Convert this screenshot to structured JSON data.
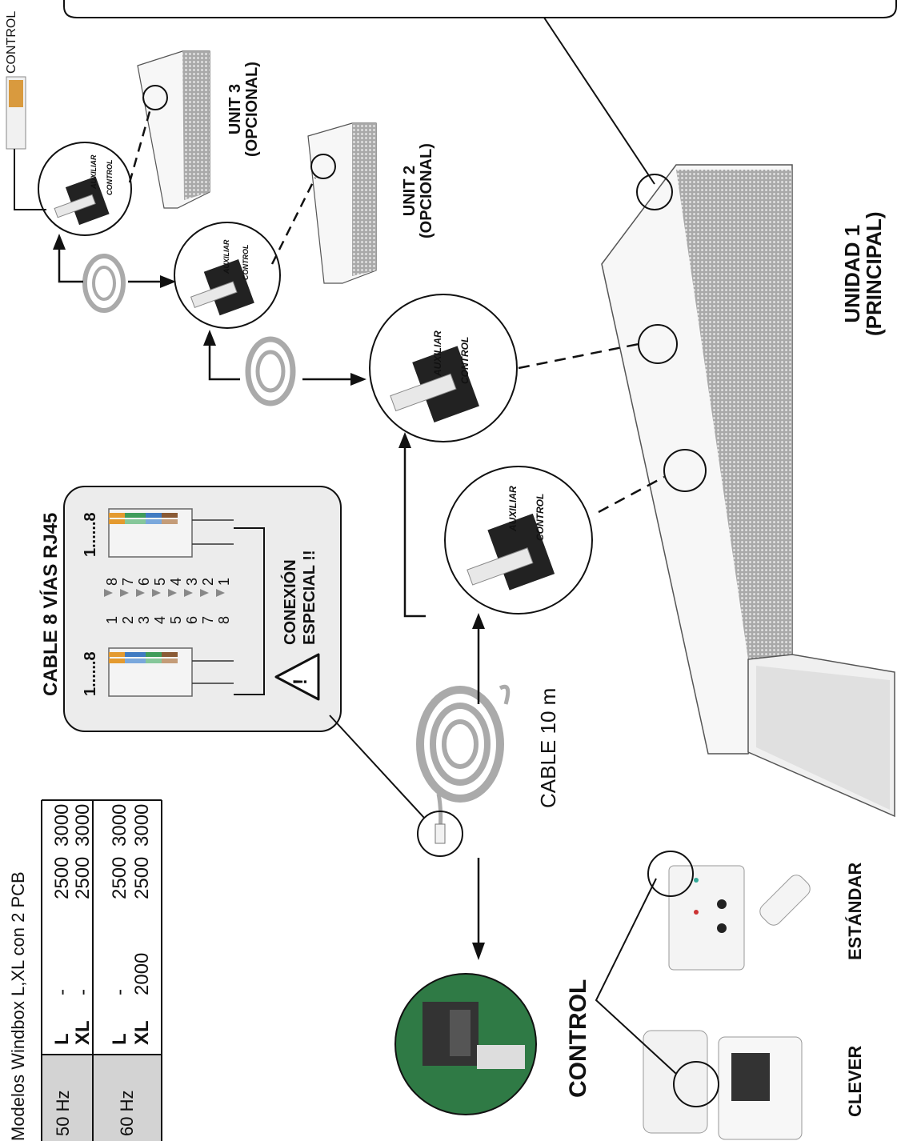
{
  "models_table": {
    "title": "Modelos Windbox L,XL con 2 PCB",
    "rows": [
      {
        "freq": "50 Hz",
        "models": [
          "L",
          "XL"
        ],
        "col1": [
          "-",
          "-"
        ],
        "col2": [
          "2500",
          "2500"
        ],
        "col3": [
          "3000",
          "3000"
        ]
      },
      {
        "freq": "60 Hz",
        "models": [
          "L",
          "XL"
        ],
        "col1": [
          "-",
          "2000"
        ],
        "col2": [
          "2500",
          "2500"
        ],
        "col3": [
          "3000",
          "3000"
        ]
      }
    ]
  },
  "rj45_box": {
    "title": "CABLE 8 VÍAS RJ45",
    "end_left": "1......8",
    "end_right": "1......8",
    "pin_map_left": [
      "1",
      "2",
      "3",
      "4",
      "5",
      "6",
      "7",
      "8"
    ],
    "pin_map_right": [
      "8",
      "7",
      "6",
      "5",
      "4",
      "3",
      "2",
      "1"
    ],
    "warning_line1": "CONEXIÓN",
    "warning_line2": "ESPECIAL !!",
    "warning_symbol": "!"
  },
  "cable_label": "CABLE 10 m",
  "control_label": "CONTROL",
  "top_control_label": "CONTROL",
  "port_labels": {
    "auxiliar": "AUXILIAR",
    "control": "CONTROL"
  },
  "units": {
    "unit3": {
      "line1": "UNIT 3",
      "line2": "(OPCIONAL)"
    },
    "unit2": {
      "line1": "UNIT 2",
      "line2": "(OPCIONAL)"
    },
    "unit1": {
      "line1": "UNIDAD 1",
      "line2": "(PRINCIPAL)"
    }
  },
  "controllers": {
    "standard": "ESTÁNDAR",
    "clever": "CLEVER"
  },
  "colors": {
    "line": "#111111",
    "box_fill": "#ececec",
    "table_shade": "#d3d3d3",
    "unit_grille": "#9a9a9a",
    "pcb_green": "#2f7a45"
  }
}
